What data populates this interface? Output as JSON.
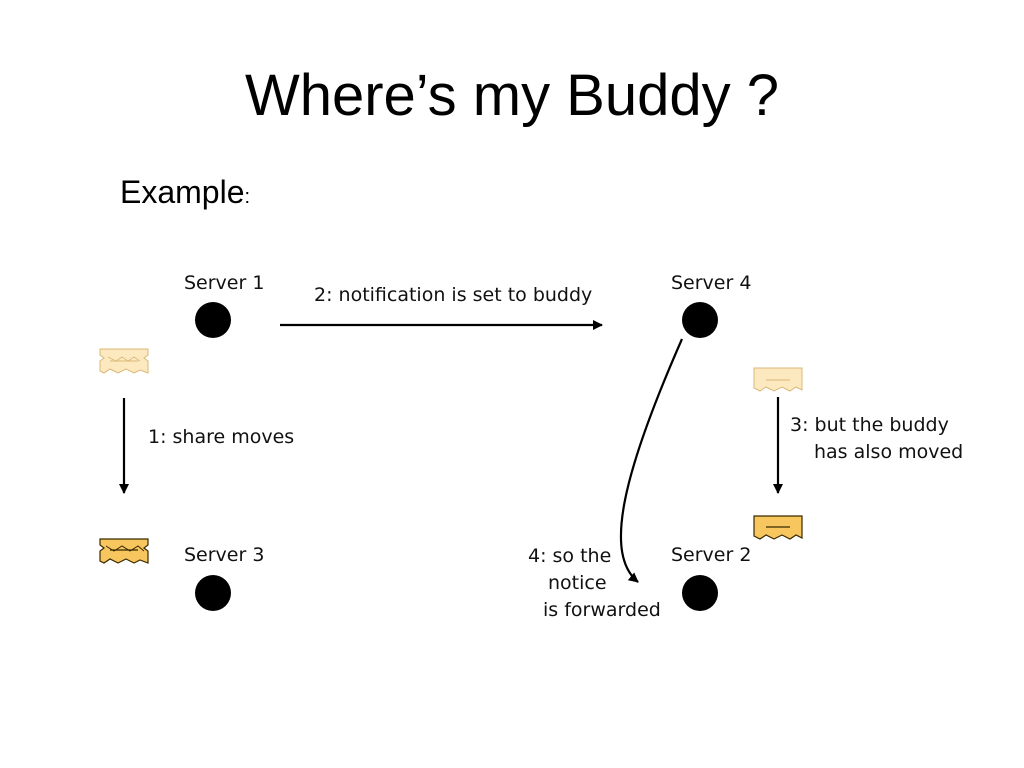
{
  "slide": {
    "title": "Where’s my Buddy ?",
    "subtitle": "Example",
    "subtitle_colon": ":"
  },
  "diagram": {
    "servers": {
      "s1": "Server 1",
      "s2": "Server 2",
      "s3": "Server 3",
      "s4": "Server 4"
    },
    "steps": {
      "step1": "1:  share moves",
      "step2": "2:  notification is set to buddy",
      "step3_line1": "3:  but the buddy",
      "step3_line2": "has also moved",
      "step4_line1": "4:  so the",
      "step4_line2": "notice",
      "step4_line3": "is forwarded"
    },
    "colors": {
      "note_light": "#fde9c0",
      "note_dark": "#f7c65f",
      "node": "#000000"
    }
  }
}
